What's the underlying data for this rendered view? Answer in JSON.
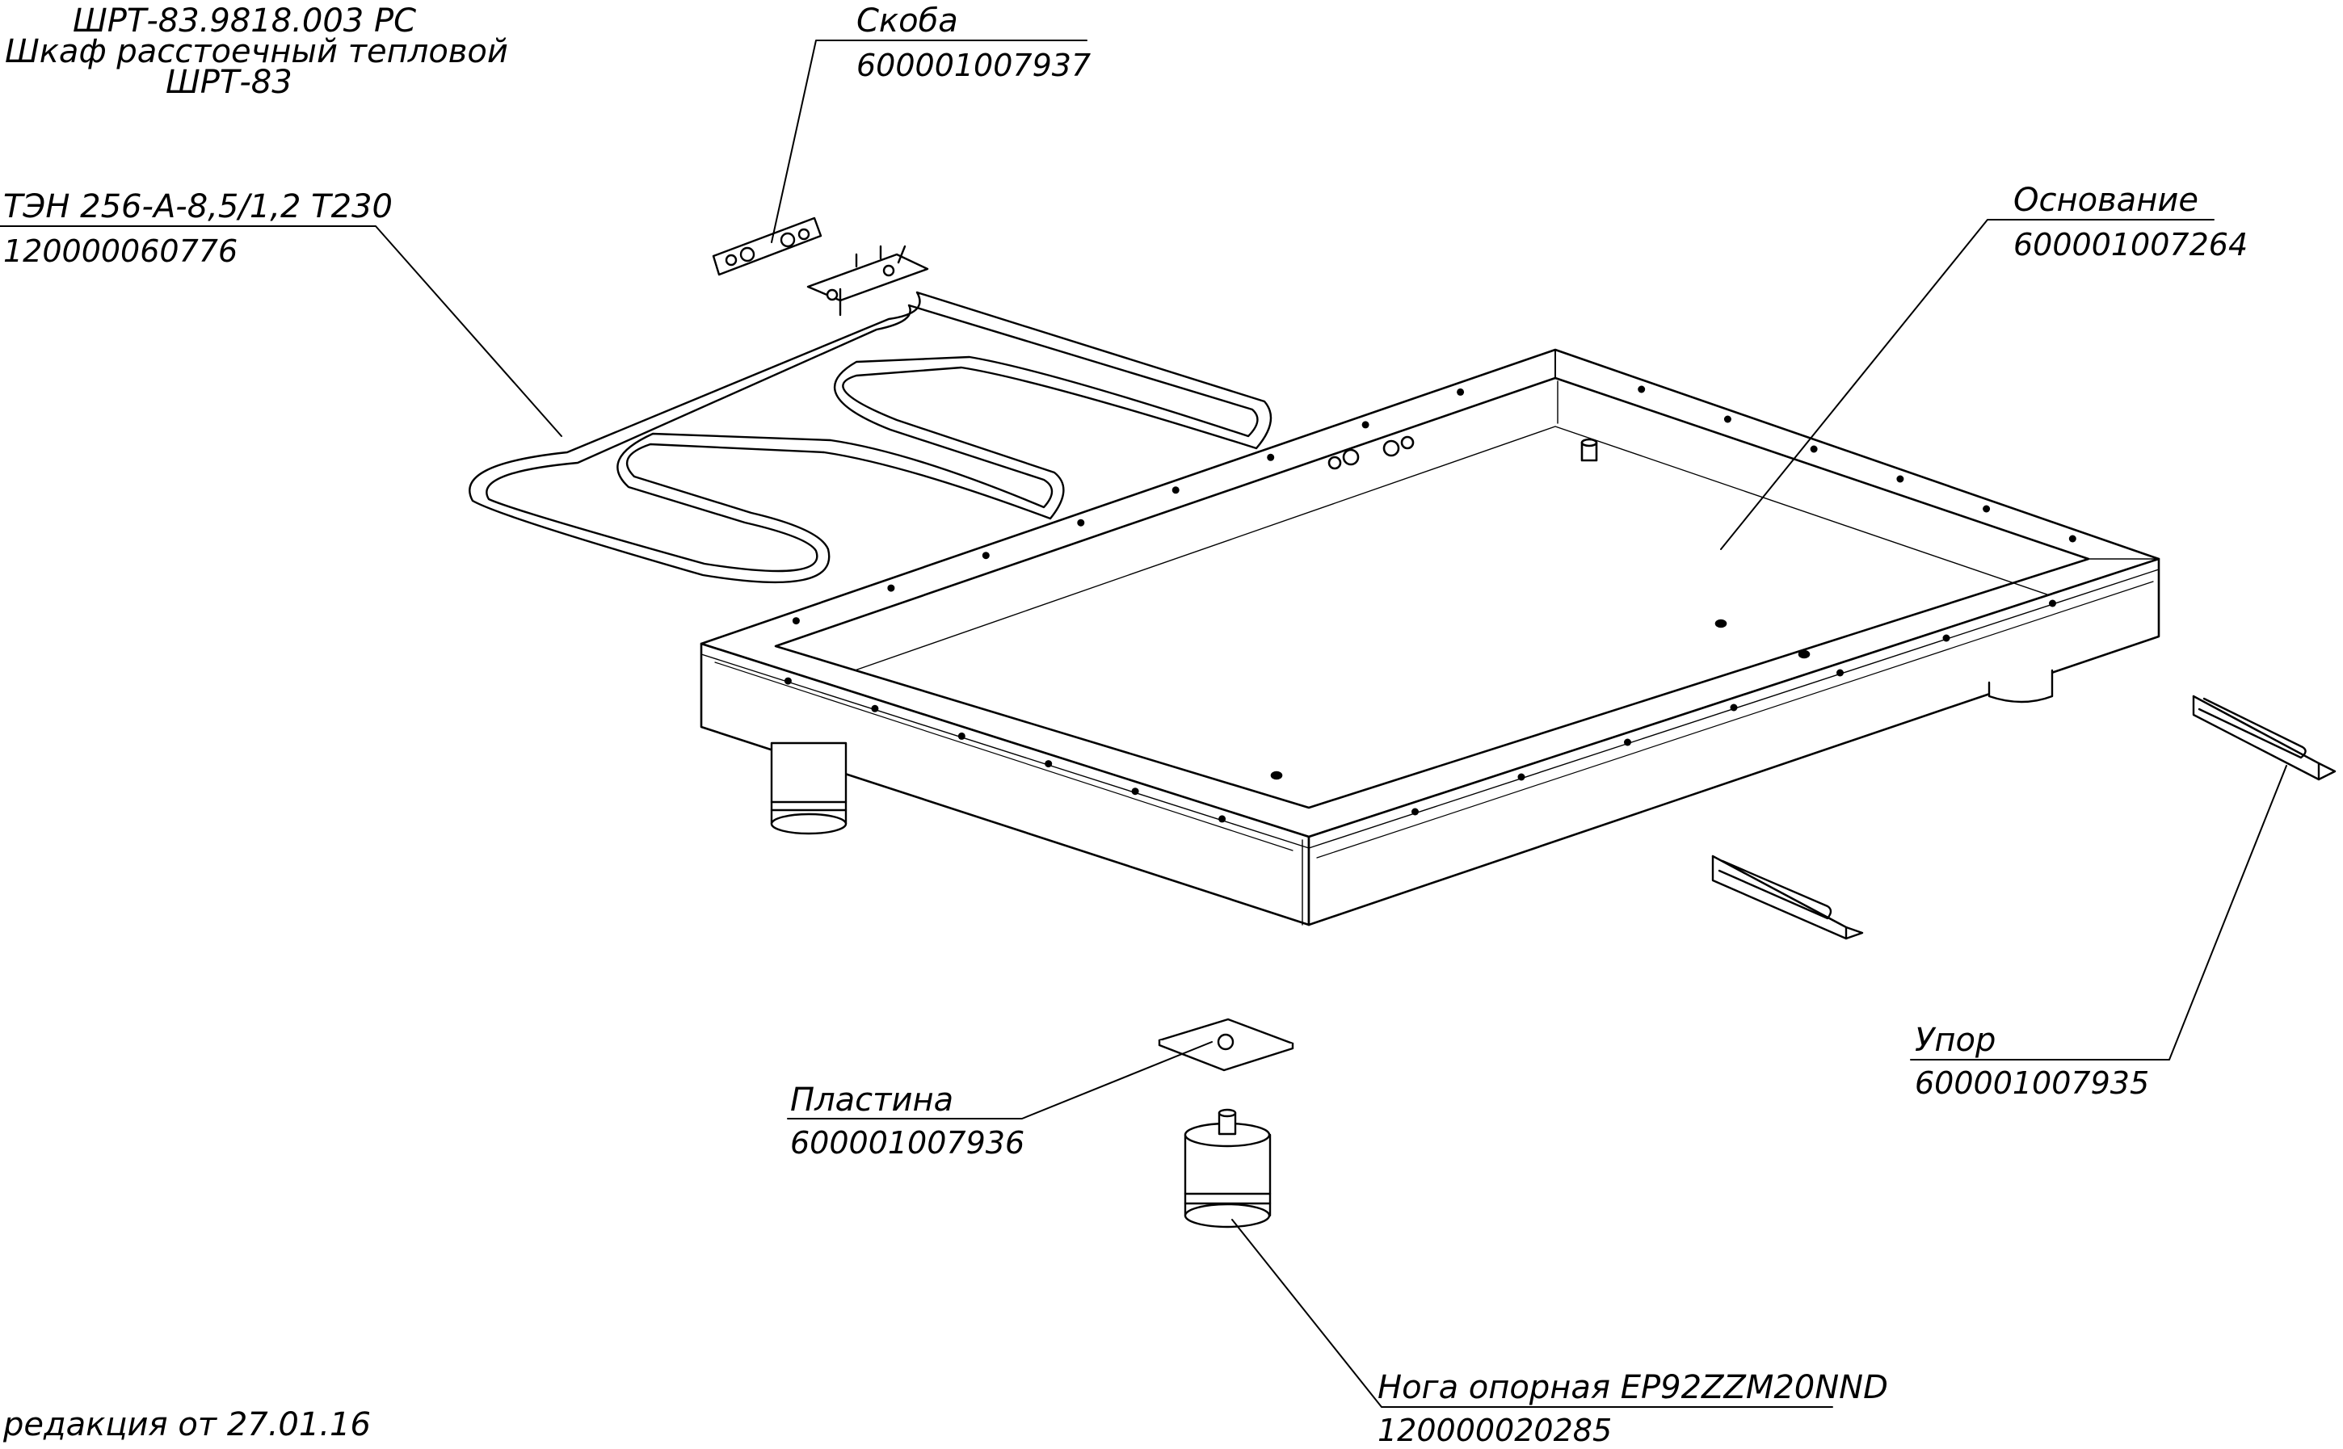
{
  "title_block": {
    "doc_number": "ШРТ-83.9818.003 РС",
    "name_line1": "Шкаф расстоечный тепловой",
    "name_line2": "ШРТ-83"
  },
  "parts": {
    "bracket": {
      "name": "Скоба",
      "code": "600001007937"
    },
    "heater": {
      "name": "ТЭН 256-А-8,5/1,2 Т230",
      "code": "120000060776"
    },
    "base": {
      "name": "Основание",
      "code": "600001007264"
    },
    "stop": {
      "name": "Упор",
      "code": "600001007935"
    },
    "plate": {
      "name": "Пластина",
      "code": "600001007936"
    },
    "foot": {
      "name": "Нога опорная ЕР92ZZM20NND",
      "code": "120000020285"
    }
  },
  "revision": "редакция от 27.01.16",
  "colors": {
    "line": "#000000",
    "background": "#ffffff"
  }
}
